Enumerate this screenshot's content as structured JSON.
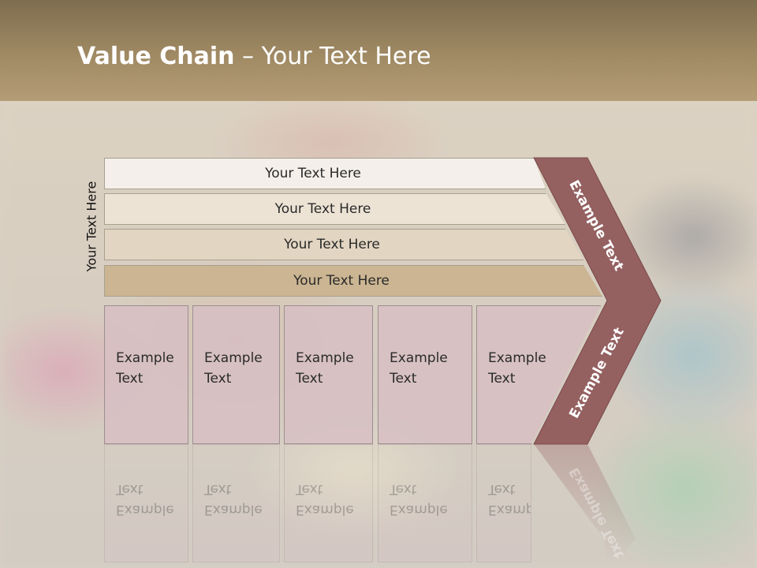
{
  "slide": {
    "title_bold": "Value Chain",
    "title_rest": " – Your Text Here",
    "side_label": "Your Text Here"
  },
  "bars": [
    {
      "label": "Your Text Here",
      "color": "#f4efea"
    },
    {
      "label": "Your Text Here",
      "color": "#ece3d5"
    },
    {
      "label": "Your Text Here",
      "color": "#e2d6c2"
    },
    {
      "label": "Your Text Here",
      "color": "#cbb592"
    }
  ],
  "boxes": [
    {
      "line1": "Example",
      "line2": "Text"
    },
    {
      "line1": "Example",
      "line2": "Text"
    },
    {
      "line1": "Example",
      "line2": "Text"
    },
    {
      "line1": "Example",
      "line2": "Text"
    },
    {
      "line1": "Example",
      "line2": "Text"
    }
  ],
  "chevron": {
    "upper_label": "Example Text",
    "lower_label": "Example Text",
    "color": "#946060"
  }
}
